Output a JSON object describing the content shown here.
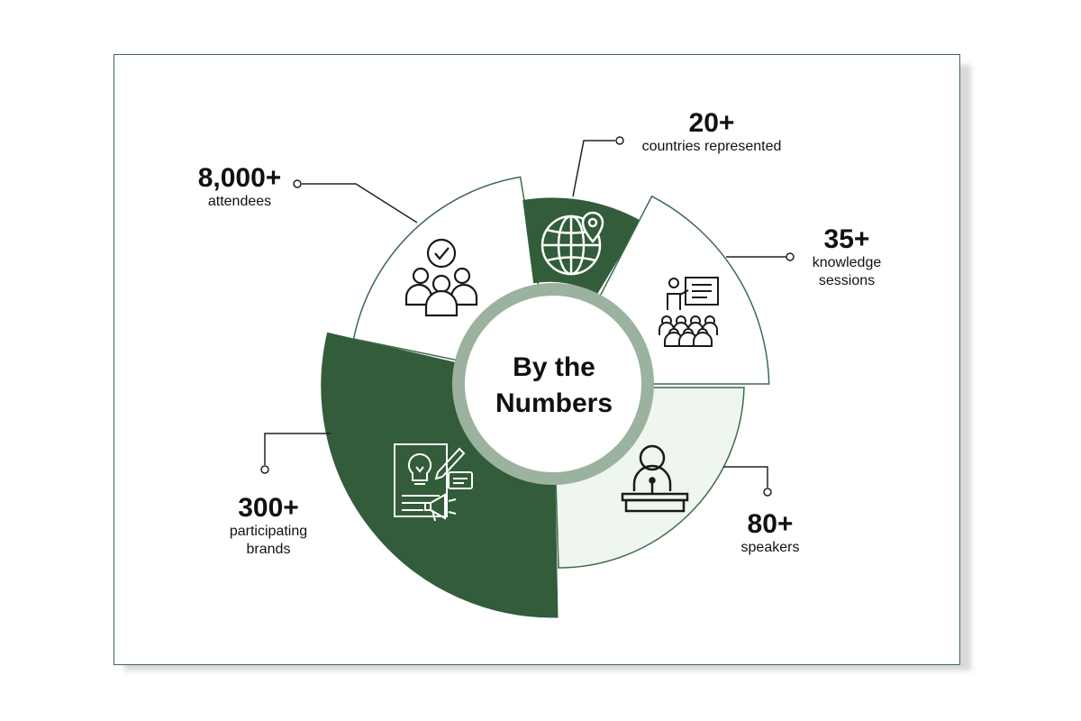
{
  "center": {
    "line1": "By the",
    "line2": "Numbers"
  },
  "stats": [
    {
      "id": "countries",
      "value": "20+",
      "label": "countries represented",
      "icon": "globe-pin-icon"
    },
    {
      "id": "sessions",
      "value": "35+",
      "label_lines": [
        "knowledge",
        "sessions"
      ],
      "icon": "presentation-audience-icon"
    },
    {
      "id": "speakers",
      "value": "80+",
      "label": "speakers",
      "icon": "speaker-podium-icon"
    },
    {
      "id": "brands",
      "value": "300+",
      "label_lines": [
        "participating",
        "brands"
      ],
      "icon": "idea-marketing-icon"
    },
    {
      "id": "attendees",
      "value": "8,000+",
      "label": "attendees",
      "icon": "group-check-icon"
    }
  ],
  "colors": {
    "dark_green": "#325c3a",
    "light_green": "#eff5ef",
    "ring": "#9bb29f",
    "border": "#3d6b4a"
  }
}
